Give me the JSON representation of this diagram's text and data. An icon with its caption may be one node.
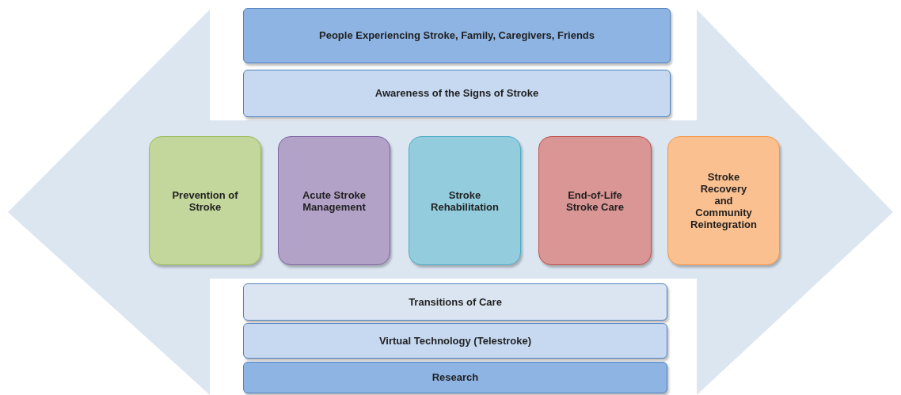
{
  "diagram": {
    "nodes": [
      {
        "text": [
          "People Experiencing Stroke, Family, Caregivers, Friends"
        ]
      },
      {
        "text": [
          "Awareness of the Signs of Stroke"
        ]
      },
      {
        "text": [
          "Prevention of Stroke"
        ]
      },
      {
        "text": [
          "Acute Stroke Management"
        ]
      },
      {
        "text": [
          "Stroke Rehabilitation"
        ]
      },
      {
        "text": [
          "End-of-Life Stroke Care"
        ]
      },
      {
        "text": [
          "Stroke Recovery and Community Reintegration"
        ]
      },
      {
        "text": [
          "Transitions of Care"
        ]
      },
      {
        "text": [
          "Virtual Technology (Telestroke)"
        ]
      },
      {
        "text": [
          "Research"
        ]
      }
    ]
  }
}
